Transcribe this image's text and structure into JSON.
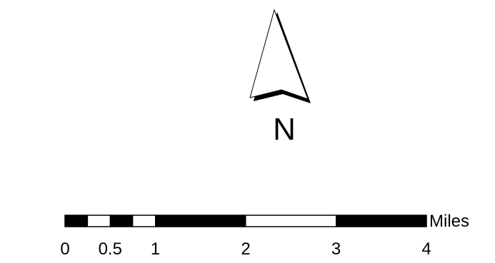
{
  "north_arrow": {
    "letter": "N"
  },
  "scale_bar": {
    "unit": "Miles",
    "ticks": [
      {
        "value": 0,
        "label": "0"
      },
      {
        "value": 0.5,
        "label": "0.5"
      },
      {
        "value": 1,
        "label": "1"
      },
      {
        "value": 2,
        "label": "2"
      },
      {
        "value": 3,
        "label": "3"
      },
      {
        "value": 4,
        "label": "4"
      }
    ],
    "segments": [
      {
        "from": 0,
        "to": 0.25,
        "fill": "#000000"
      },
      {
        "from": 0.25,
        "to": 0.5,
        "fill": "#ffffff"
      },
      {
        "from": 0.5,
        "to": 0.75,
        "fill": "#000000"
      },
      {
        "from": 0.75,
        "to": 1,
        "fill": "#ffffff"
      },
      {
        "from": 1,
        "to": 2,
        "fill": "#000000"
      },
      {
        "from": 2,
        "to": 3,
        "fill": "#ffffff"
      },
      {
        "from": 3,
        "to": 4,
        "fill": "#000000"
      }
    ]
  },
  "colors": {
    "ink": "#000000",
    "paper": "#ffffff"
  }
}
